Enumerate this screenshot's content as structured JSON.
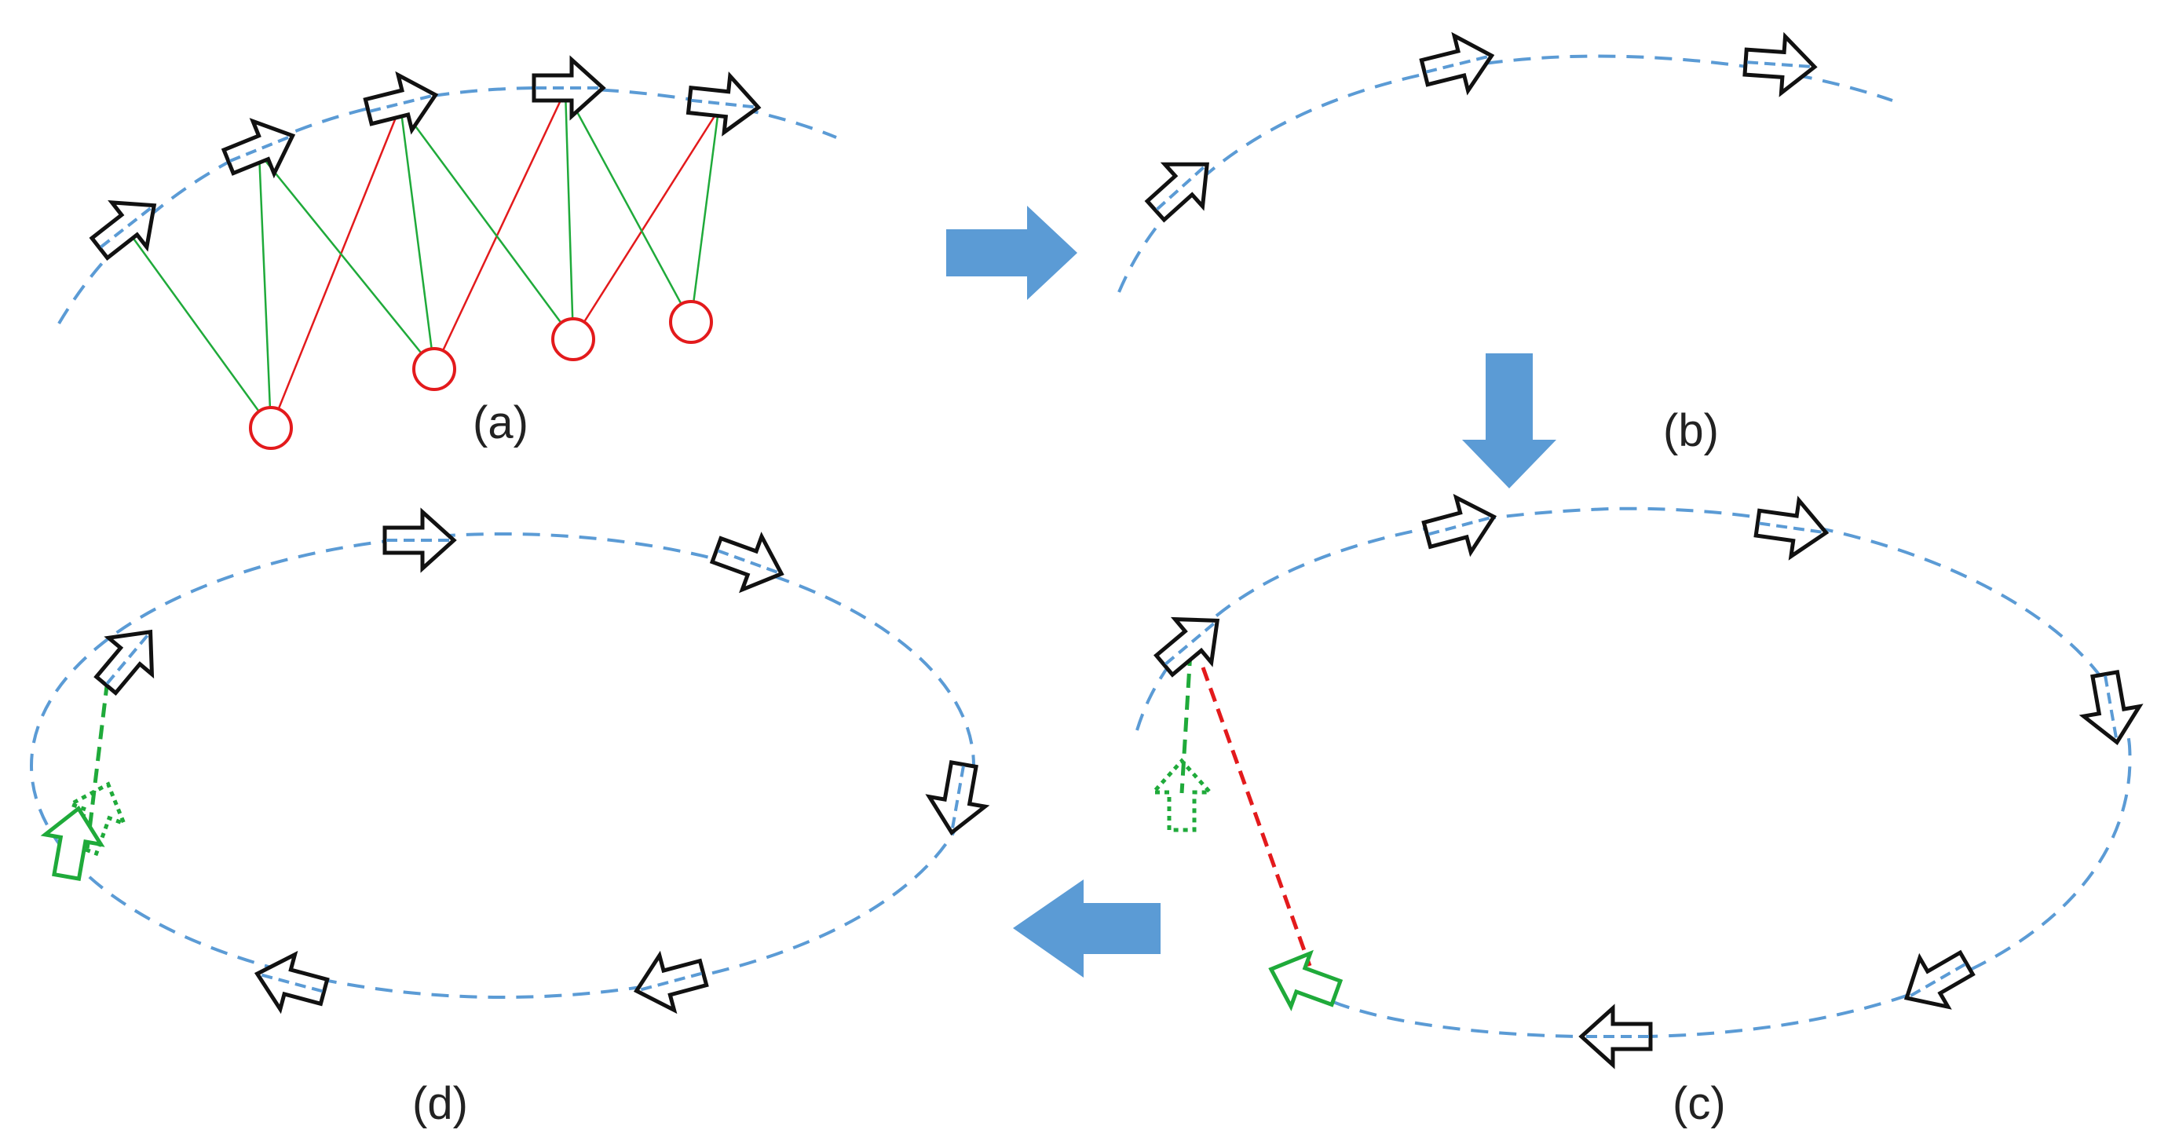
{
  "panels": {
    "a": {
      "label": "(a)"
    },
    "b": {
      "label": "(b)"
    },
    "c": {
      "label": "(c)"
    },
    "d": {
      "label": "(d)"
    }
  },
  "colors": {
    "trajectory": "#5b9bd5",
    "pose_outline": "#111111",
    "constraint_green": "#1faa3a",
    "constraint_red": "#e31a1c",
    "landmark": "#e31a1c",
    "flow_arrow": "#5b9bd5"
  },
  "icons": {
    "pose": "outlined-arrow-icon",
    "landmark": "circle-icon",
    "flow": "block-arrow-icon"
  }
}
